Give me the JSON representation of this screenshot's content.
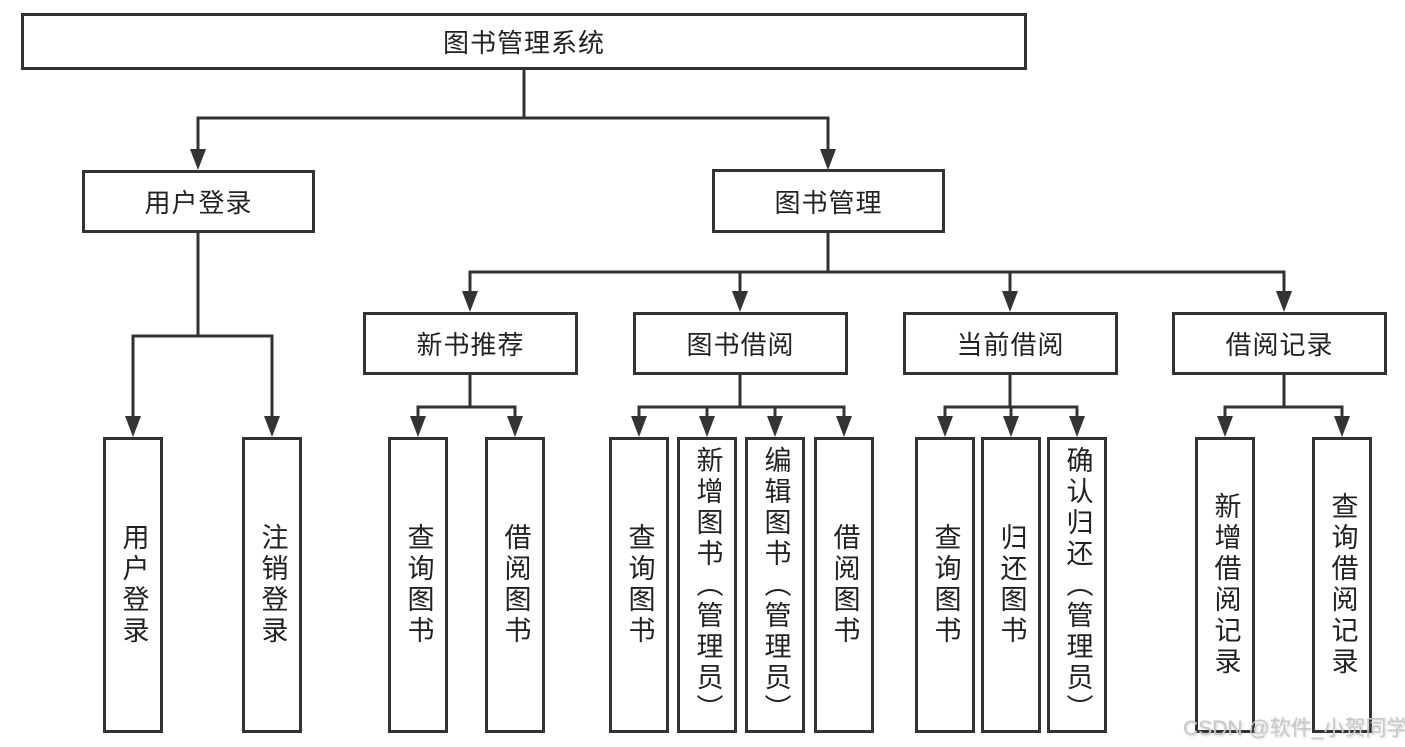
{
  "tree": {
    "root": {
      "label": "图书管理系统"
    },
    "user_login": {
      "label": "用户登录",
      "children": [
        {
          "label": "用户登录"
        },
        {
          "label": "注销登录"
        }
      ]
    },
    "book_management": {
      "label": "图书管理",
      "sections": [
        {
          "label": "新书推荐",
          "children": [
            {
              "label": "查询图书"
            },
            {
              "label": "借阅图书"
            }
          ]
        },
        {
          "label": "图书借阅",
          "children": [
            {
              "label": "查询图书"
            },
            {
              "label": "新增图书（管理员）"
            },
            {
              "label": "编辑图书（管理员）"
            },
            {
              "label": "借阅图书"
            }
          ]
        },
        {
          "label": "当前借阅",
          "children": [
            {
              "label": "查询图书"
            },
            {
              "label": "归还图书"
            },
            {
              "label": "确认归还（管理员）"
            }
          ]
        },
        {
          "label": "借阅记录",
          "children": [
            {
              "label": "新增借阅记录"
            },
            {
              "label": "查询借阅记录"
            }
          ]
        }
      ]
    }
  },
  "watermark": "CSDN @软件_小贺同学",
  "colors": {
    "line": "#333333",
    "box_border": "#333333",
    "text": "#222222",
    "watermark": "#c8c8c8",
    "background": "#ffffff"
  }
}
